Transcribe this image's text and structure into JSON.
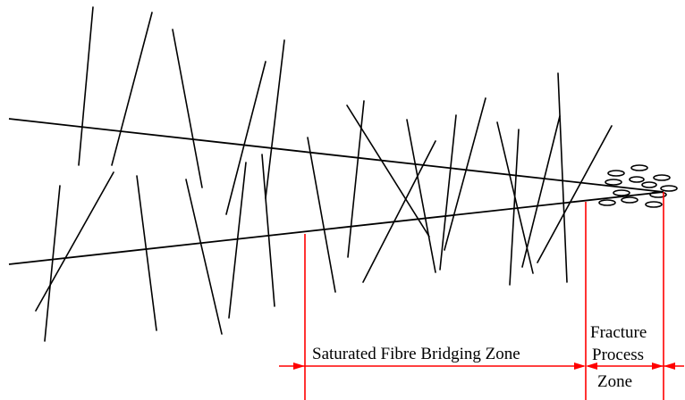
{
  "zones": {
    "bridging_label": "Saturated Fibre Bridging Zone",
    "process_label": {
      "line1": "Fracture",
      "line2": "Process",
      "line3": "Zone"
    }
  },
  "colors": {
    "crack_lines": "#000000",
    "fibres": "#000000",
    "microcracks": "#000000",
    "dimension_lines": "#ff0000",
    "text": "#000000",
    "background": "#ffffff"
  }
}
